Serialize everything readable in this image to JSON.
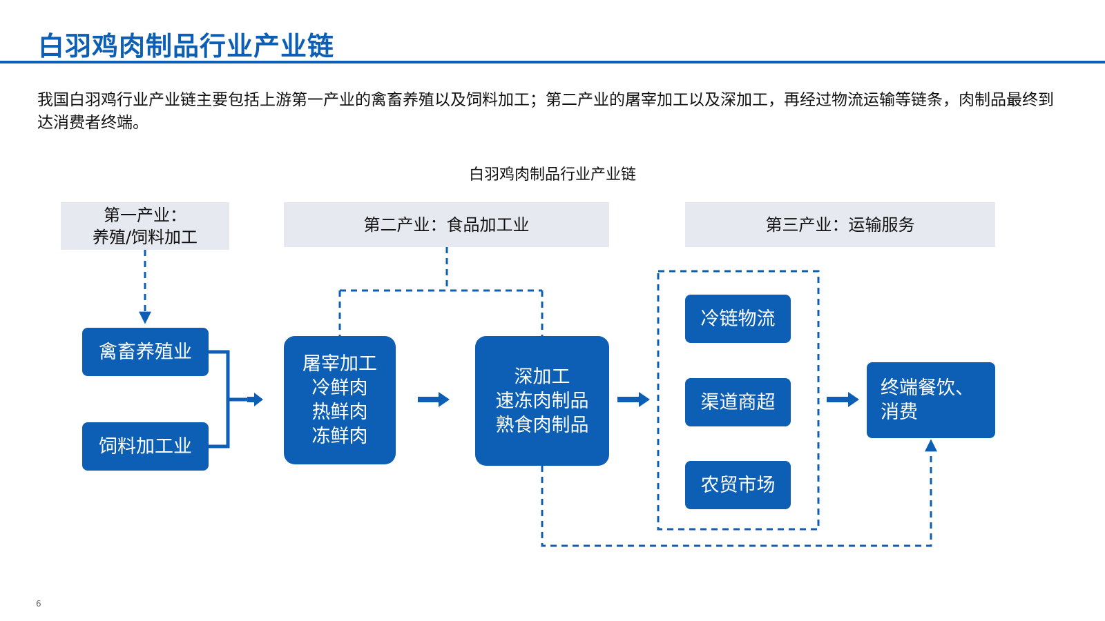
{
  "slide": {
    "title": "白羽鸡肉制品行业产业链",
    "intro": "我国白羽鸡行业产业链主要包括上游第一产业的禽畜养殖以及饲料加工；第二产业的屠宰加工以及深加工，再经过物流运输等链条，肉制品最终到达消费者终端。",
    "page_number": "6"
  },
  "diagram": {
    "caption": "白羽鸡肉制品行业产业链",
    "stages": {
      "primary": "第一产业：\n养殖/饲料加工",
      "secondary": "第二产业：食品加工业",
      "tertiary": "第三产业：运输服务"
    },
    "nodes": {
      "livestock": "禽畜养殖业",
      "feed": "饲料加工业",
      "slaughter": "屠宰加工\n冷鲜肉\n热鲜肉\n冻鲜肉",
      "deep_processing": "深加工\n速冻肉制品\n熟食肉制品",
      "cold_chain": "冷链物流",
      "channel": "渠道商超",
      "farmers_market": "农贸市场",
      "terminal": "终端餐饮、\n消费"
    }
  },
  "colors": {
    "primary_blue": "#0d5eb5",
    "header_gray": "#e6e9ef"
  }
}
